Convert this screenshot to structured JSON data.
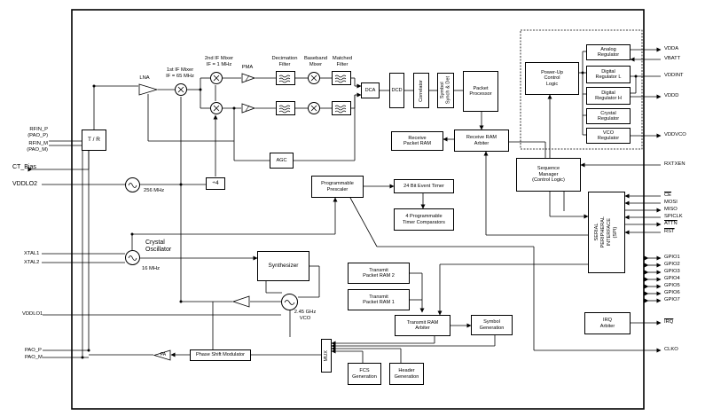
{
  "rf_chain": {
    "lna": "LNA",
    "mixer1": "1st IF Mixer\nIF = 65 MHz",
    "mixer2": "2nd IF Mixer\nIF = 1 MHz",
    "pma": "PMA",
    "decimation": "Decimation\nFilter",
    "baseband_mixer": "Baseband\nMixer",
    "matched_filter": "Matched\nFilter",
    "dca": "DCA",
    "dcd": "DCD",
    "correlator": "Correlator",
    "symbol_synch": "Symbol\nSynch & Det",
    "packet_processor": "Packet\nProcessor",
    "tr": "T / R",
    "agc": "AGC",
    "div4": "÷4",
    "freq_256": "256 MHz"
  },
  "rx_ram": {
    "receive_ram": "Receive\nPacket RAM",
    "rx_arbiter": "Receive RAM\nArbiter"
  },
  "timing": {
    "prescaler": "Programmable\nPrescaler",
    "event_timer": "24 Bit Event Timer",
    "comparators": "4 Programmable\nTimer Comparators"
  },
  "oscillator": {
    "crystal": "Crystal\nOscillator",
    "freq_16": "16 MHz",
    "synth": "Synthesizer",
    "vco": "2.45 GHz\nVCO"
  },
  "tx": {
    "tx_ram2": "Transmit\nPacket RAM 2",
    "tx_ram1": "Transmit\nPacket RAM 1",
    "tx_arbiter": "Transmit RAM\nArbiter",
    "symbol_gen": "Symbol\nGeneration",
    "fcs": "FCS\nGeneration",
    "header": "Header\nGeneration",
    "mux": "MUX",
    "phase_mod": "Phase Shift Modulator",
    "pa": "PA"
  },
  "power": {
    "powerup": "Power-Up\nControl\nLogic",
    "analog_reg": "Analog\nRegulator",
    "digital_reg_l": "Digital\nRegulator L",
    "digital_reg_h": "Digital\nRegulator H",
    "crystal_reg": "Crystal\nRegulator",
    "vco_reg": "VCO\nRegulator",
    "sequence": "Sequence\nManager\n(Control Logic)"
  },
  "spi": {
    "spi_block": "SERIAL\nPERIPHERAL\nINTERFACE\n(SPI)",
    "irq_arbiter": "IRQ\nArbiter"
  },
  "pins": {
    "left": {
      "rfin_p": "RFIN_P\n(PAO_P)",
      "rfin_m": "RFIN_M\n(PAO_M)",
      "ct_bias": "CT_Bias",
      "vddlo2": "VDDLO2",
      "xtal1": "XTAL1",
      "xtal2": "XTAL2",
      "vddlo1": "VDDLO1",
      "pao_p": "PAO_P",
      "pao_m": "PAO_M"
    },
    "right": {
      "vdda": "VDDA",
      "vbatt": "VBATT",
      "vddint": "VDDINT",
      "vddd": "VDDD",
      "vddvco": "VDDVCO",
      "rxtxen": "RXTXEN",
      "ce": "CE",
      "mosi": "MOSI",
      "miso": "MISO",
      "spiclk": "SPICLK",
      "attn": "ATTN",
      "rst": "RST",
      "gpio": [
        "GPIO1",
        "GPIO2",
        "GPIO3",
        "GPIO4",
        "GPIO5",
        "GPIO6",
        "GPIO7"
      ],
      "irq": "IRQ",
      "clko": "CLKO"
    }
  }
}
